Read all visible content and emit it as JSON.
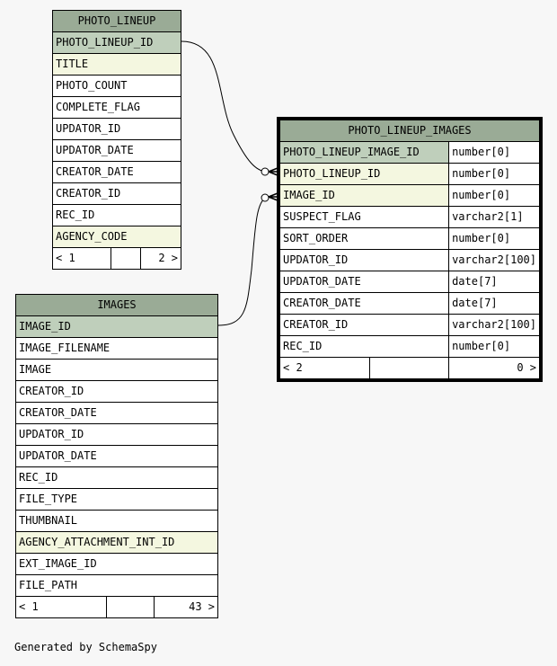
{
  "tables": {
    "photo_lineup": {
      "name": "PHOTO_LINEUP",
      "columns": [
        {
          "name": "PHOTO_LINEUP_ID",
          "kind": "pk"
        },
        {
          "name": "TITLE",
          "kind": "fk"
        },
        {
          "name": "PHOTO_COUNT",
          "kind": ""
        },
        {
          "name": "COMPLETE_FLAG",
          "kind": ""
        },
        {
          "name": "UPDATOR_ID",
          "kind": ""
        },
        {
          "name": "UPDATOR_DATE",
          "kind": ""
        },
        {
          "name": "CREATOR_DATE",
          "kind": ""
        },
        {
          "name": "CREATOR_ID",
          "kind": ""
        },
        {
          "name": "REC_ID",
          "kind": ""
        },
        {
          "name": "AGENCY_CODE",
          "kind": "fk"
        }
      ],
      "footer": {
        "parents": "< 1",
        "children": "2 >"
      }
    },
    "photo_lineup_images": {
      "name": "PHOTO_LINEUP_IMAGES",
      "columns": [
        {
          "name": "PHOTO_LINEUP_IMAGE_ID",
          "type": "number[0]",
          "kind": "pk"
        },
        {
          "name": "PHOTO_LINEUP_ID",
          "type": "number[0]",
          "kind": "fk"
        },
        {
          "name": "IMAGE_ID",
          "type": "number[0]",
          "kind": "fk"
        },
        {
          "name": "SUSPECT_FLAG",
          "type": "varchar2[1]",
          "kind": ""
        },
        {
          "name": "SORT_ORDER",
          "type": "number[0]",
          "kind": ""
        },
        {
          "name": "UPDATOR_ID",
          "type": "varchar2[100]",
          "kind": ""
        },
        {
          "name": "UPDATOR_DATE",
          "type": "date[7]",
          "kind": ""
        },
        {
          "name": "CREATOR_DATE",
          "type": "date[7]",
          "kind": ""
        },
        {
          "name": "CREATOR_ID",
          "type": "varchar2[100]",
          "kind": ""
        },
        {
          "name": "REC_ID",
          "type": "number[0]",
          "kind": ""
        }
      ],
      "footer": {
        "parents": "< 2",
        "children": "0 >"
      }
    },
    "images": {
      "name": "IMAGES",
      "columns": [
        {
          "name": "IMAGE_ID",
          "kind": "pk"
        },
        {
          "name": "IMAGE_FILENAME",
          "kind": ""
        },
        {
          "name": "IMAGE",
          "kind": ""
        },
        {
          "name": "CREATOR_ID",
          "kind": ""
        },
        {
          "name": "CREATOR_DATE",
          "kind": ""
        },
        {
          "name": "UPDATOR_ID",
          "kind": ""
        },
        {
          "name": "UPDATOR_DATE",
          "kind": ""
        },
        {
          "name": "REC_ID",
          "kind": ""
        },
        {
          "name": "FILE_TYPE",
          "kind": ""
        },
        {
          "name": "THUMBNAIL",
          "kind": ""
        },
        {
          "name": "AGENCY_ATTACHMENT_INT_ID",
          "kind": "fk"
        },
        {
          "name": "EXT_IMAGE_ID",
          "kind": ""
        },
        {
          "name": "FILE_PATH",
          "kind": ""
        }
      ],
      "footer": {
        "parents": "< 1",
        "children": "43 >"
      }
    }
  },
  "credit": "Generated by SchemaSpy",
  "colors": {
    "background": "#f7f7f7",
    "header": "#9aab96",
    "primary_key": "#bfcfbb",
    "foreign_key": "#f4f7e0"
  }
}
